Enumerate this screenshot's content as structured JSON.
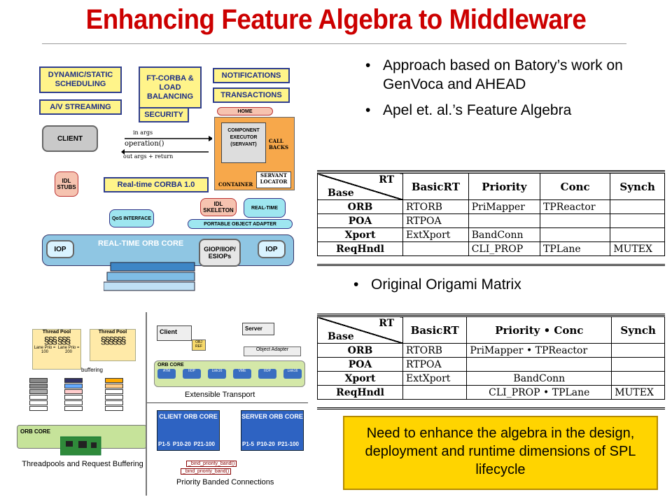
{
  "slide": {
    "title": "Enhancing Feature Algebra to Middleware",
    "bullets": [
      "Approach based on Batory’s work on GenVoca and AHEAD",
      "Apel et. al.’s Feature Algebra"
    ],
    "bullet_original": "Original Origami Matrix",
    "callout": "Need to enhance the algebra in the design, deployment and runtime dimensions of SPL lifecycle"
  },
  "orb_diagram": {
    "dyn_static": "DYNAMIC/STATIC SCHEDULING",
    "ftcorba": "FT-CORBA & LOAD BALANCING",
    "notifications": "NOTIFICATIONS",
    "transactions": "TRANSACTIONS",
    "av": "A/V STREAMING",
    "security": "SECURITY",
    "client": "CLIENT",
    "in_args": "in args",
    "operation": "operation()",
    "out_args": "out args + return",
    "idl_stubs": "IDL STUBS",
    "rt_corba": "Real-time CORBA 1.0",
    "home": "HOME",
    "component_exec": "COMPONENT EXECUTOR (SERVANT)",
    "callbacks": "CALL BACKS",
    "container": "CONTAINER",
    "servant_locator": "SERVANT LOCATOR",
    "qos": "QoS INTERFACE",
    "idl_skel": "IDL SKELETON",
    "realtime": "REAL-TIME",
    "poa": "PORTABLE OBJECT ADAPTER",
    "iop_left": "IOP",
    "orb_core": "REAL-TIME ORB CORE",
    "giop": "GIOP/IIOP/ ESIOPs",
    "iop_right": "IOP"
  },
  "table1": {
    "rt_label": "RT",
    "base_label": "Base",
    "columns": [
      "BasicRT",
      "Priority",
      "Conc",
      "Synch"
    ],
    "rows": [
      {
        "head": "ORB",
        "cells": [
          "RTORB",
          "PriMapper",
          "TPReactor",
          ""
        ]
      },
      {
        "head": "POA",
        "cells": [
          "RTPOA",
          "",
          "",
          ""
        ]
      },
      {
        "head": "Xport",
        "cells": [
          "ExtXport",
          "BandConn",
          "",
          ""
        ]
      },
      {
        "head": "ReqHndl",
        "cells": [
          "",
          "CLI_PROP",
          "TPLane",
          "MUTEX"
        ]
      }
    ]
  },
  "table2": {
    "rt_label": "RT",
    "base_label": "Base",
    "columns": [
      "BasicRT",
      "Priority • Conc",
      "Synch"
    ],
    "rows": [
      {
        "head": "ORB",
        "cells": [
          "RTORB",
          "PriMapper • TPReactor",
          ""
        ]
      },
      {
        "head": "POA",
        "cells": [
          "RTPOA",
          "",
          ""
        ]
      },
      {
        "head": "Xport",
        "cells": [
          "ExtXport",
          "BandConn",
          ""
        ]
      },
      {
        "head": "ReqHndl",
        "cells": [
          "",
          "CLI_PROP • TPLane",
          "MUTEX"
        ]
      }
    ]
  },
  "threadpool_diagram": {
    "tp1": "Thread Pool",
    "tp2": "Thread Pool",
    "lane1": "Lane Prio = 100",
    "lane2": "Lane Prio = 200",
    "buffering": "buffering",
    "orb_core": "ORB CORE",
    "caption": "Threadpools and Request Buffering"
  },
  "transport_diagram": {
    "client": "Client",
    "obj_ref": "OBJ REF",
    "server": "Server",
    "object_adapter": "Object Adapter",
    "orb_core": "ORB CORE",
    "caption": "Extensible Transport",
    "plugins": [
      "ATM",
      "IIOP",
      "Link16",
      "VME",
      "IIOP",
      "Link16"
    ]
  },
  "banded_diagram": {
    "client_core": "CLIENT ORB CORE",
    "server_core": "SERVER ORB CORE",
    "bands": [
      "P1-5",
      "P10-20",
      "P21-100"
    ],
    "bind1": "_bind_priority_band()",
    "bind2": "_bind_priority_band()",
    "caption": "Priority Banded Connections"
  }
}
